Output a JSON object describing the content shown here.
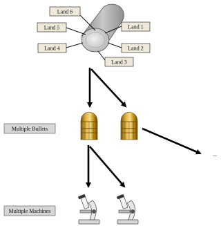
{
  "lands": [
    "Land 6",
    "Land 5",
    "Land 4",
    "Land 1",
    "Land 2",
    "Land 3"
  ],
  "side_labels": {
    "bullets": "Multiple Bullets",
    "machines": "Multiple Machines"
  },
  "ellipsis": "...",
  "colors": {
    "brass": "#b8860b",
    "label_fill": "#efe9d9",
    "side_label_fill": "#d6d6d6",
    "cylinder": "#aaaaaa"
  }
}
